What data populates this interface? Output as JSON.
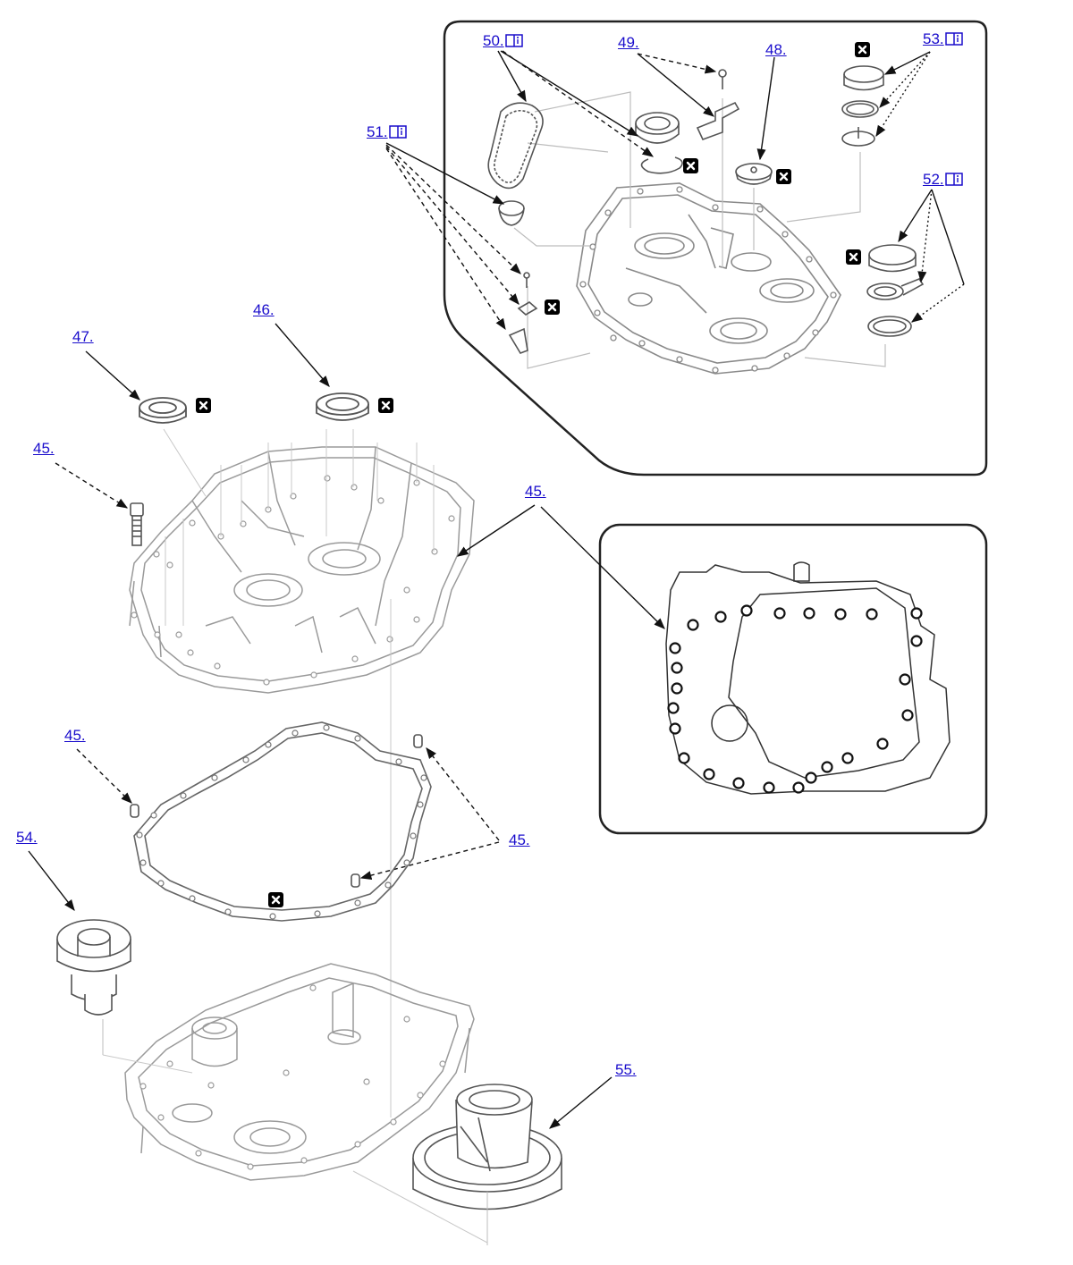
{
  "callouts": [
    {
      "id": "c50",
      "label": "50.",
      "has_manual_icon": true
    },
    {
      "id": "c49",
      "label": "49.",
      "has_manual_icon": false
    },
    {
      "id": "c48",
      "label": "48.",
      "has_manual_icon": false
    },
    {
      "id": "c53",
      "label": "53.",
      "has_manual_icon": true
    },
    {
      "id": "c51",
      "label": "51.",
      "has_manual_icon": true
    },
    {
      "id": "c52",
      "label": "52.",
      "has_manual_icon": true
    },
    {
      "id": "c46",
      "label": "46.",
      "has_manual_icon": false
    },
    {
      "id": "c47",
      "label": "47.",
      "has_manual_icon": false
    },
    {
      "id": "c45a",
      "label": "45.",
      "has_manual_icon": false
    },
    {
      "id": "c45b",
      "label": "45.",
      "has_manual_icon": false
    },
    {
      "id": "c45c",
      "label": "45.",
      "has_manual_icon": false
    },
    {
      "id": "c45d",
      "label": "45.",
      "has_manual_icon": false
    },
    {
      "id": "c54",
      "label": "54.",
      "has_manual_icon": false
    },
    {
      "id": "c55",
      "label": "55.",
      "has_manual_icon": false
    }
  ],
  "icons": {
    "manual": "manual-book-icon",
    "replace": "replace-part-x-icon"
  },
  "colors": {
    "link": "#1a0dcc",
    "line": "#222222",
    "part_outline": "#8a8a8a",
    "leader_light": "#bdbdbd"
  }
}
